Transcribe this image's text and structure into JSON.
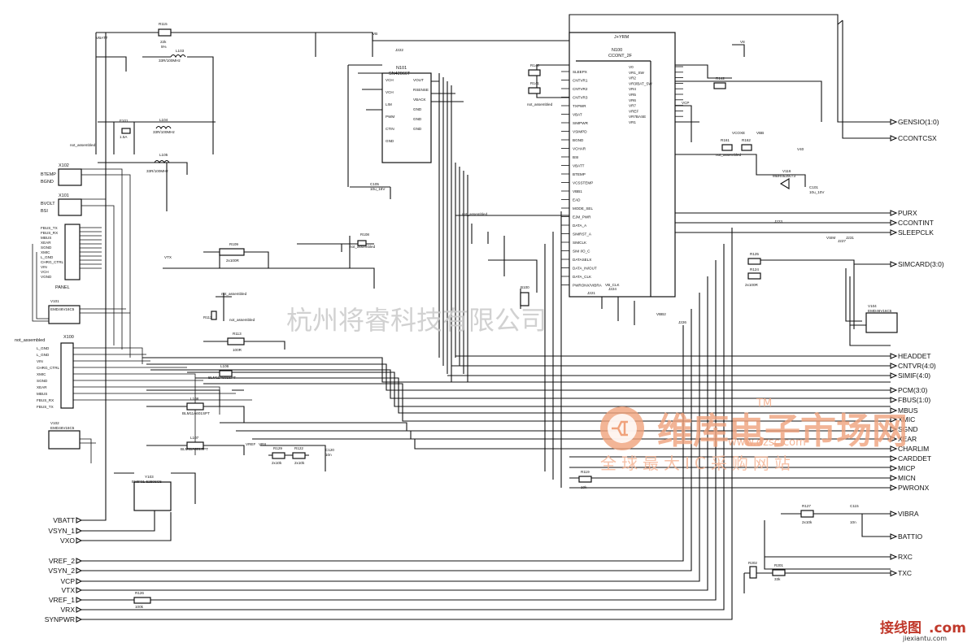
{
  "left_nets": [
    "VBATT",
    "VSYN_1",
    "VXO",
    "VREF_2",
    "VSYN_2",
    "VCP",
    "VTX",
    "VREF_1",
    "VRX",
    "SYNPWR"
  ],
  "right_nets_top": [
    "GENSIO(1:0)",
    "CCONTCSX"
  ],
  "right_nets_mid": [
    "PURX",
    "CCONTINT",
    "SLEEPCLK",
    "SIMCARD(3:0)"
  ],
  "right_nets_bus": [
    "HEADDET",
    "CNTVR(4:0)",
    "SIMIF(4:0)",
    "PCM(3:0)",
    "FBUS(1:0)",
    "MBUS",
    "XMIC",
    "SGND",
    "XEAR",
    "CHARLIM",
    "CARDDET",
    "MICP",
    "MICN",
    "PWRONX"
  ],
  "right_nets_bottom": [
    "VIBRA",
    "BATTIO",
    "RXC",
    "TXC"
  ],
  "connectors": {
    "x102": {
      "ref": "X102",
      "pins": [
        "BTEMP",
        "BGND"
      ]
    },
    "x101": {
      "ref": "X101",
      "pins": [
        "BVOLT",
        "BSI"
      ]
    },
    "panel": {
      "label": "PANEL",
      "pins": [
        "FBUS_TX",
        "FBUS_RX",
        "MBUS",
        "XEAR",
        "SGND",
        "XMIC",
        "L_GND",
        "CHRG_CTRL",
        "VIN",
        "VCH",
        "VGND"
      ]
    },
    "x100": {
      "ref": "X100",
      "pins": [
        "L_GND",
        "L_GND",
        "VIN",
        "CHRG_CTRL",
        "XMIC",
        "SGND",
        "XEAR",
        "MBUS",
        "FBUS_RX",
        "FBUS_TX"
      ]
    }
  },
  "ics": {
    "n100": {
      "ref": "N100",
      "part": "CCONT_2F",
      "pins_left": [
        "SLEEPX",
        "CNTVR1",
        "CNTVR2",
        "CNTVR3",
        "TXPWR",
        "VBAT",
        "SIMPWR",
        "VSIMPD",
        "BGND",
        "VCHAR",
        "BSI",
        "VBATT",
        "BTEMP",
        "VCSSTEMP",
        "VBB1",
        "EAD",
        "MODE_SEL",
        "EJM_PWR",
        "DATA_A",
        "SIMRST_A",
        "SIMCLK",
        "SIM I/O_C",
        "DATASELX",
        "DATA_IN/OUT",
        "DATA_CLK",
        "PWRONX/VIBRA"
      ],
      "pins_right": [
        "V0",
        "VR1_SW",
        "VR2",
        "VR3/BAT_SW",
        "VR4",
        "VR5",
        "VR6",
        "VR7",
        "VREF",
        "VR7BASE",
        "VR1"
      ],
      "label_top": "J+YRM"
    },
    "n101": {
      "ref": "N101",
      "part": "SN42066T",
      "pins": [
        "VCH",
        "VCH",
        "LIM",
        "PWM",
        "CTIN",
        "GND",
        "VOUT",
        "RSENSE",
        "VBACK",
        "GND",
        "GND",
        "GND"
      ]
    }
  },
  "component_labels": {
    "r115": "R115",
    "r115_val": "22k",
    "r115_pct": "5%",
    "l103": "L103",
    "l103_val": "33R/100MHz",
    "f101": "F101",
    "f101_val": "1.5A",
    "l104": "L104",
    "l104_val": "33R/100MHz",
    "l105": "L105",
    "l105_val": "33R/100MHz",
    "c101": "C101",
    "c101_val": "10u_10V",
    "c105": "C105",
    "c105_val": "10u_16V",
    "r108": "R108",
    "r108_val": "not_assembled",
    "r109": "R109",
    "r109_val": "2x100R",
    "r112": "R112",
    "r113": "R113",
    "r113_val": "100R",
    "l106": "L106",
    "l106_val": "BLM11A601SPT",
    "l108": "L108",
    "l108_val": "BLM11A601SPT",
    "l107": "L107",
    "l107_val": "BLM11A601SPT",
    "y103": "Y103",
    "y103_val": "EMIF01-5250SC5",
    "r126": "R126",
    "r126_val": "100k",
    "r119": "R119",
    "r119_val": "10k",
    "r127": "R127",
    "r127_val": "2x10k",
    "c115": "C115",
    "c115_val": "10n",
    "r202": "R202",
    "r201": "R201",
    "r201_val": "33k",
    "r142": "R142",
    "r141": "R141",
    "r140": "R140",
    "r161": "R161",
    "r162": "R162",
    "r125": "R125",
    "r124": "R124",
    "r124_val": "2x100R",
    "v116": "V116",
    "v116_val": "MBR0520LT3",
    "v104": "V104",
    "v104_val": "EMD46V16C5",
    "v101": "V101",
    "v101_val": "EMD46V16C5",
    "v102": "V102",
    "v102_val": "EMD46V16C5",
    "b100": "B100",
    "r129": "R129",
    "r129_val": "2x10k",
    "r122": "R122",
    "r122_val": "2x10k",
    "c120": "C120",
    "c120_val": "10n",
    "na": "not_assembled"
  },
  "supply_tags": [
    "VBATT",
    "VB",
    "V8",
    "VREF",
    "VCOXE",
    "VBB",
    "V40",
    "VSIM",
    "VBB2",
    "VB_CLK",
    "VRX",
    "VTX",
    "VCP"
  ],
  "junctions": [
    "J222",
    "J223",
    "J224",
    "J226",
    "J227",
    "J231",
    "J221"
  ],
  "watermarks": {
    "company": "杭州将睿科技有限公司",
    "site_cn": "维库电子市场网",
    "site_url": "www.dzsc.com",
    "tagline": "全球最大IC采购网站",
    "tm": "TM",
    "logo_cn": "接线图",
    "logo_com": ".com",
    "logo_url": "jiexiantu.com"
  }
}
